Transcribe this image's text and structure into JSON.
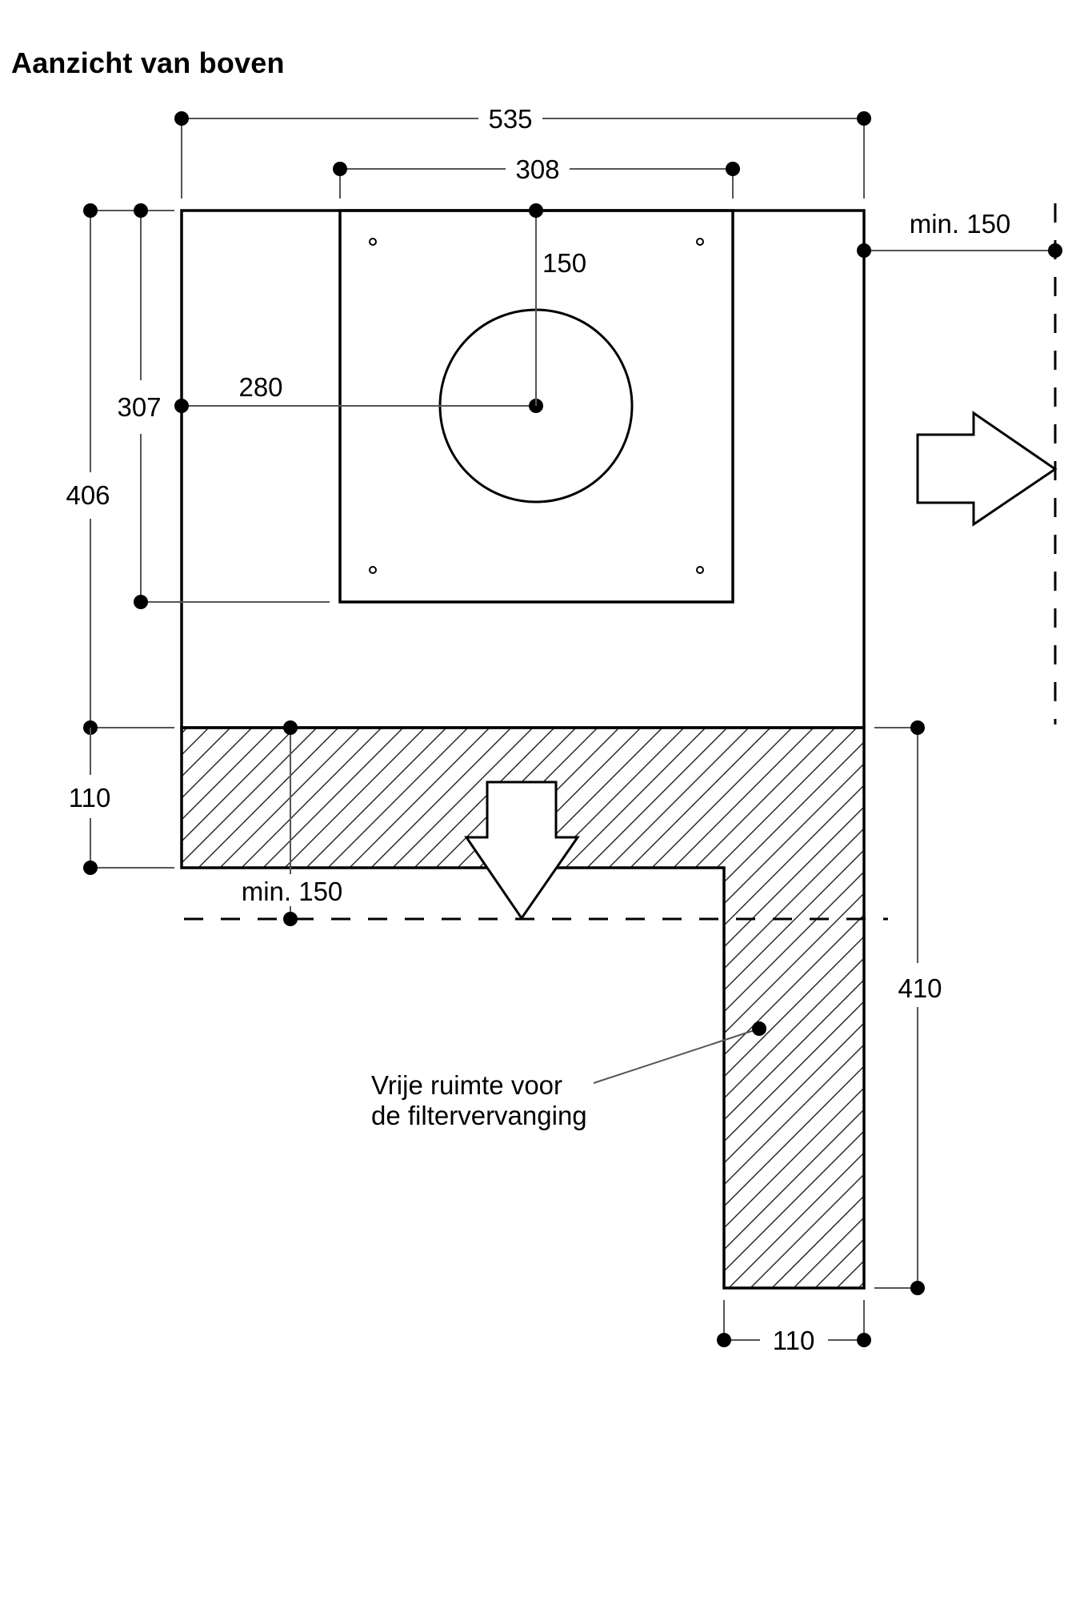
{
  "title": "Aanzicht van boven",
  "dimensions": {
    "total_width": "535",
    "plate_width": "308",
    "total_depth": "406",
    "plate_depth": "307",
    "outlet_from_left": "280",
    "outlet_from_back": "150",
    "side_clearance": "min. 150",
    "front_strip_depth": "110",
    "front_clearance": "min. 150",
    "side_strip_length": "410",
    "side_strip_width": "110"
  },
  "annotation": {
    "line1": "Vrije ruimte voor",
    "line2": "de filtervervanging"
  },
  "icons": {
    "arrow_right": "arrow-right-icon",
    "arrow_down": "arrow-down-icon"
  },
  "colors": {
    "line": "#000000",
    "dim_line": "#555555",
    "background": "#ffffff"
  }
}
